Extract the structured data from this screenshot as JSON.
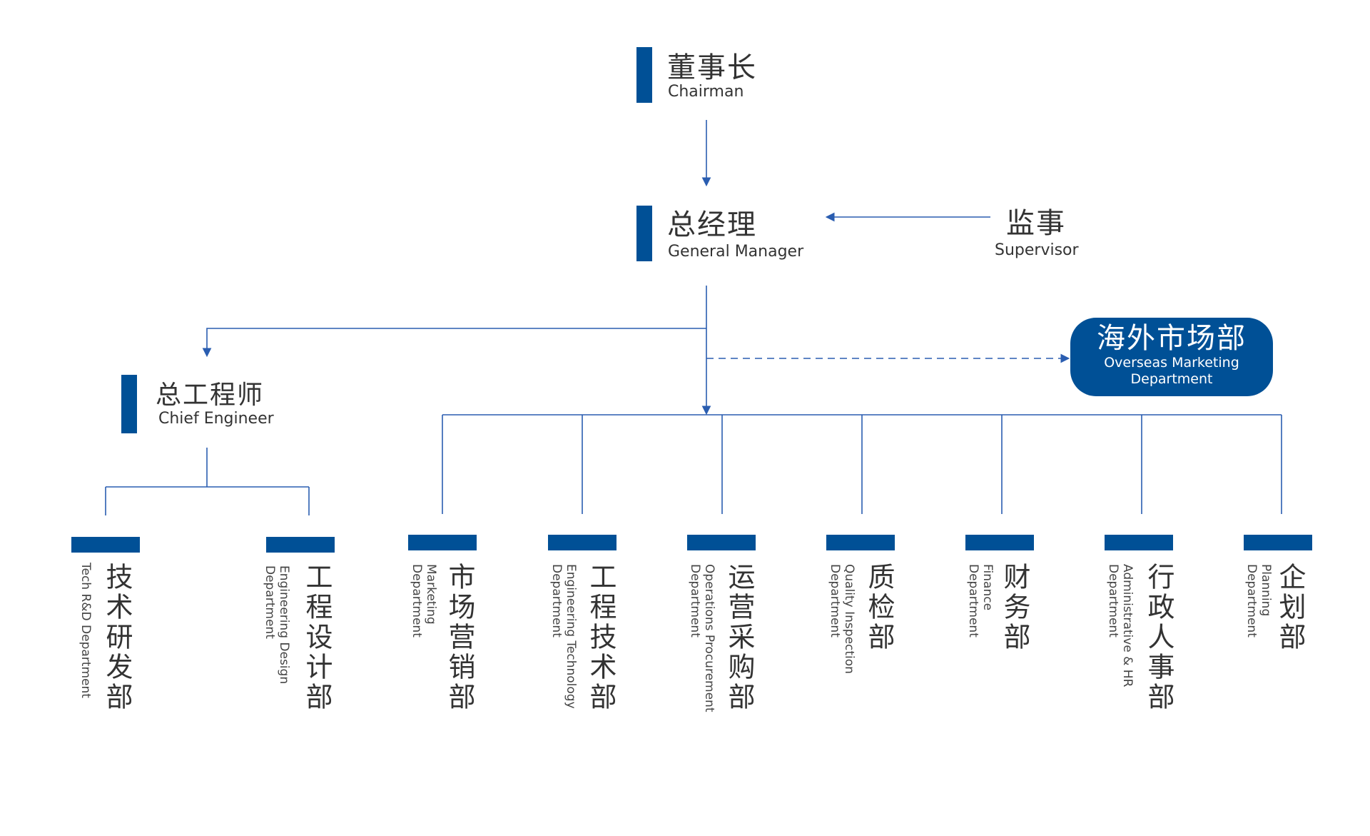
{
  "colors": {
    "accent": "#005096",
    "line": "#2a5db0",
    "text": "#333333"
  },
  "chairman": {
    "cn": "董事长",
    "en": "Chairman"
  },
  "general_manager": {
    "cn": "总经理",
    "en": "General Manager"
  },
  "supervisor": {
    "cn": "监事",
    "en": "Supervisor"
  },
  "chief_engineer": {
    "cn": "总工程师",
    "en": "Chief Engineer"
  },
  "overseas": {
    "cn": "海外市场部",
    "en": "Overseas Marketing Department"
  },
  "departments": [
    {
      "cn": "技术研发部",
      "en": "Tech R&D Department"
    },
    {
      "cn": "工程设计部",
      "en": "Engineering Design Department"
    },
    {
      "cn": "市场营销部",
      "en": "Marketing Department"
    },
    {
      "cn": "工程技术部",
      "en": "Engineering Technology Department"
    },
    {
      "cn": "运营采购部",
      "en": "Operations Procurement Department"
    },
    {
      "cn": "质检部",
      "en": "Quality Inspection Department"
    },
    {
      "cn": "财务部",
      "en": "Finance Department"
    },
    {
      "cn": "行政人事部",
      "en": "Administrative & HR Department"
    },
    {
      "cn": "企划部",
      "en": "Planning Department"
    }
  ]
}
